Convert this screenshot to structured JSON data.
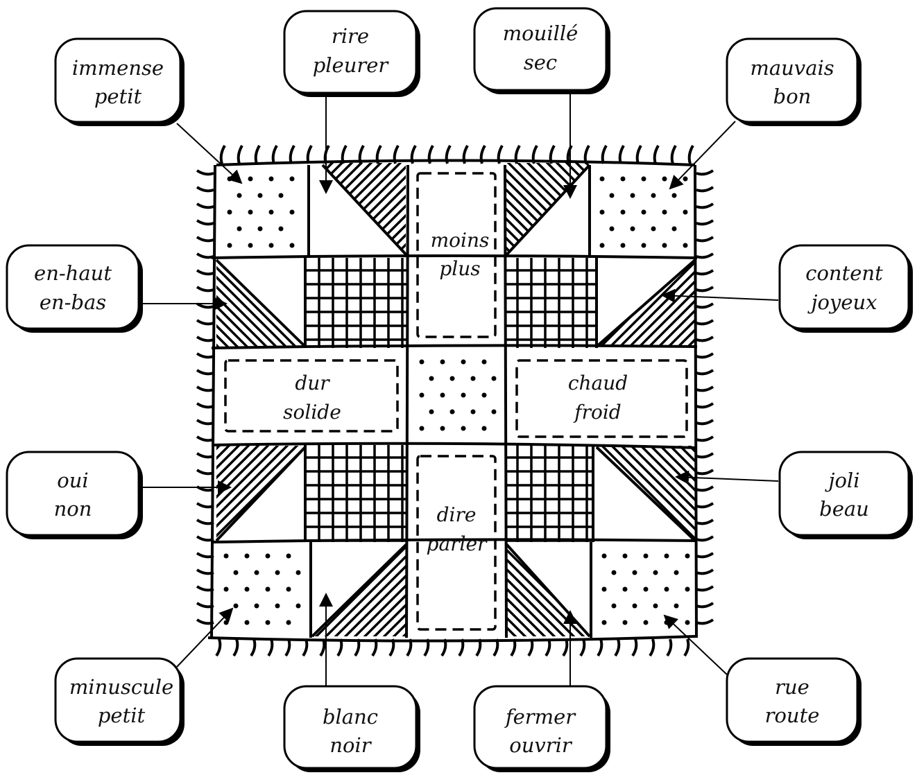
{
  "labels": {
    "top_left": [
      "immense",
      "petit"
    ],
    "top_mid_left": [
      "rire",
      "pleurer"
    ],
    "top_mid_right": [
      "mouillé",
      "sec"
    ],
    "top_right": [
      "mauvais",
      "bon"
    ],
    "left_upper": [
      "en-haut",
      "en-bas"
    ],
    "right_upper": [
      "content",
      "joyeux"
    ],
    "left_lower": [
      "oui",
      "non"
    ],
    "right_lower": [
      "joli",
      "beau"
    ],
    "bottom_left": [
      "minuscule",
      "petit"
    ],
    "bottom_mid_left": [
      "blanc",
      "noir"
    ],
    "bottom_mid_right": [
      "fermer",
      "ouvrir"
    ],
    "bottom_right": [
      "rue",
      "route"
    ]
  },
  "quilt": {
    "top_center": [
      "moins",
      "plus"
    ],
    "middle_left": [
      "dur",
      "solide"
    ],
    "middle_right": [
      "chaud",
      "froid"
    ],
    "bottom_center": [
      "dire",
      "parler"
    ]
  }
}
